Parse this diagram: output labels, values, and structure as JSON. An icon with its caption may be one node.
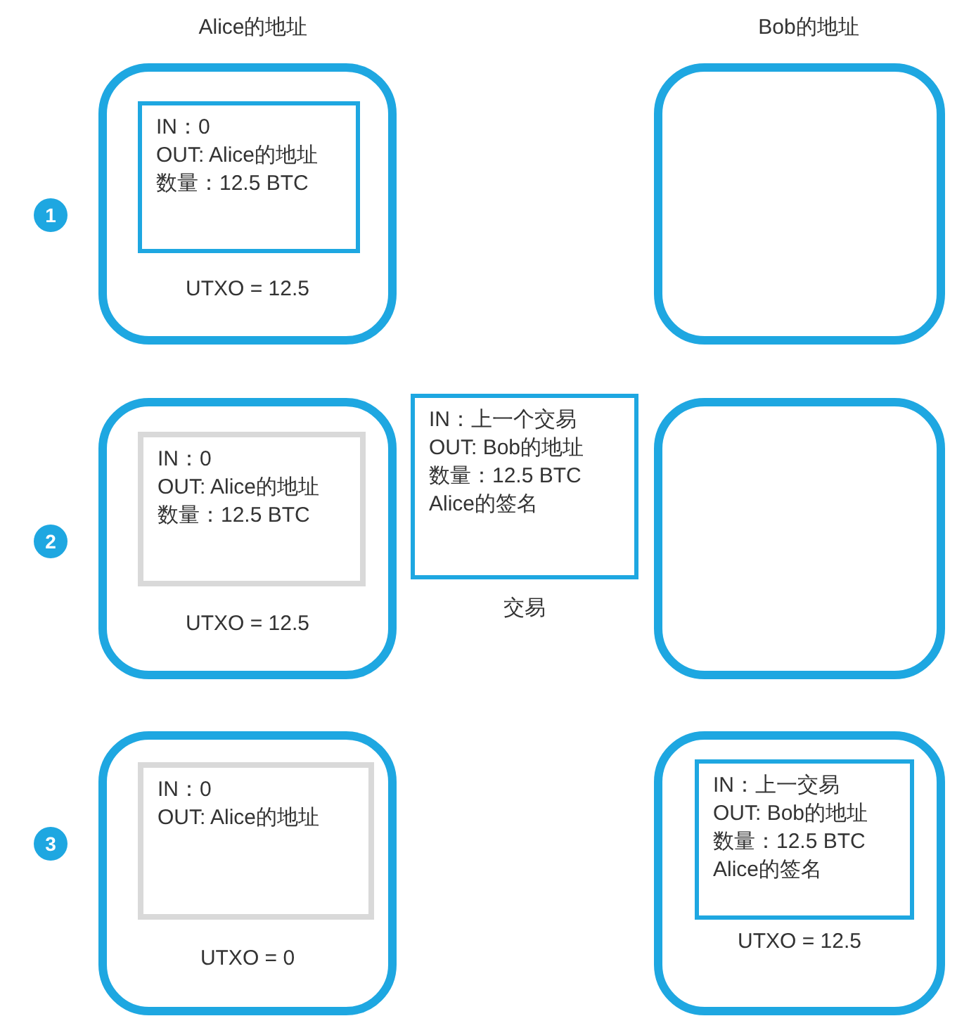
{
  "diagram": {
    "nodes": [
      {
        "text": [
          "1"
        ]
      },
      {
        "text": [
          "UTXO = 12.5"
        ]
      },
      {
        "text": [
          "IN：0",
          "OUT: Alice的地址",
          "数量：12.5 BTC"
        ],
        "in": 1
      },
      {
        "text": [],
        "shape": "box"
      },
      {
        "text": [
          "2"
        ]
      },
      {
        "text": [
          "UTXO = 12.5"
        ]
      },
      {
        "text": [
          "IN：0",
          "OUT: Alice的地址",
          "数量：12.5 BTC"
        ],
        "in": 5
      },
      {
        "text": [
          "IN：上一个交易",
          "OUT: Bob的地址",
          "数量：12.5 BTC",
          "Alice的签名"
        ],
        "beside": [
          "交易"
        ]
      },
      {
        "text": [],
        "shape": "box"
      },
      {
        "text": [
          "3"
        ]
      },
      {
        "text": [
          "UTXO = 0"
        ]
      },
      {
        "text": [
          "IN：0",
          "OUT: Alice的地址"
        ],
        "in": 10
      },
      {
        "text": [
          "UTXO = 12.5"
        ]
      },
      {
        "text": [
          "IN：上一交易",
          "OUT: Bob的地址",
          "数量：12.5 BTC",
          "Alice的签名"
        ],
        "in": 12
      }
    ],
    "labels": [
      "Alice的地址",
      "Bob的地址"
    ]
  }
}
